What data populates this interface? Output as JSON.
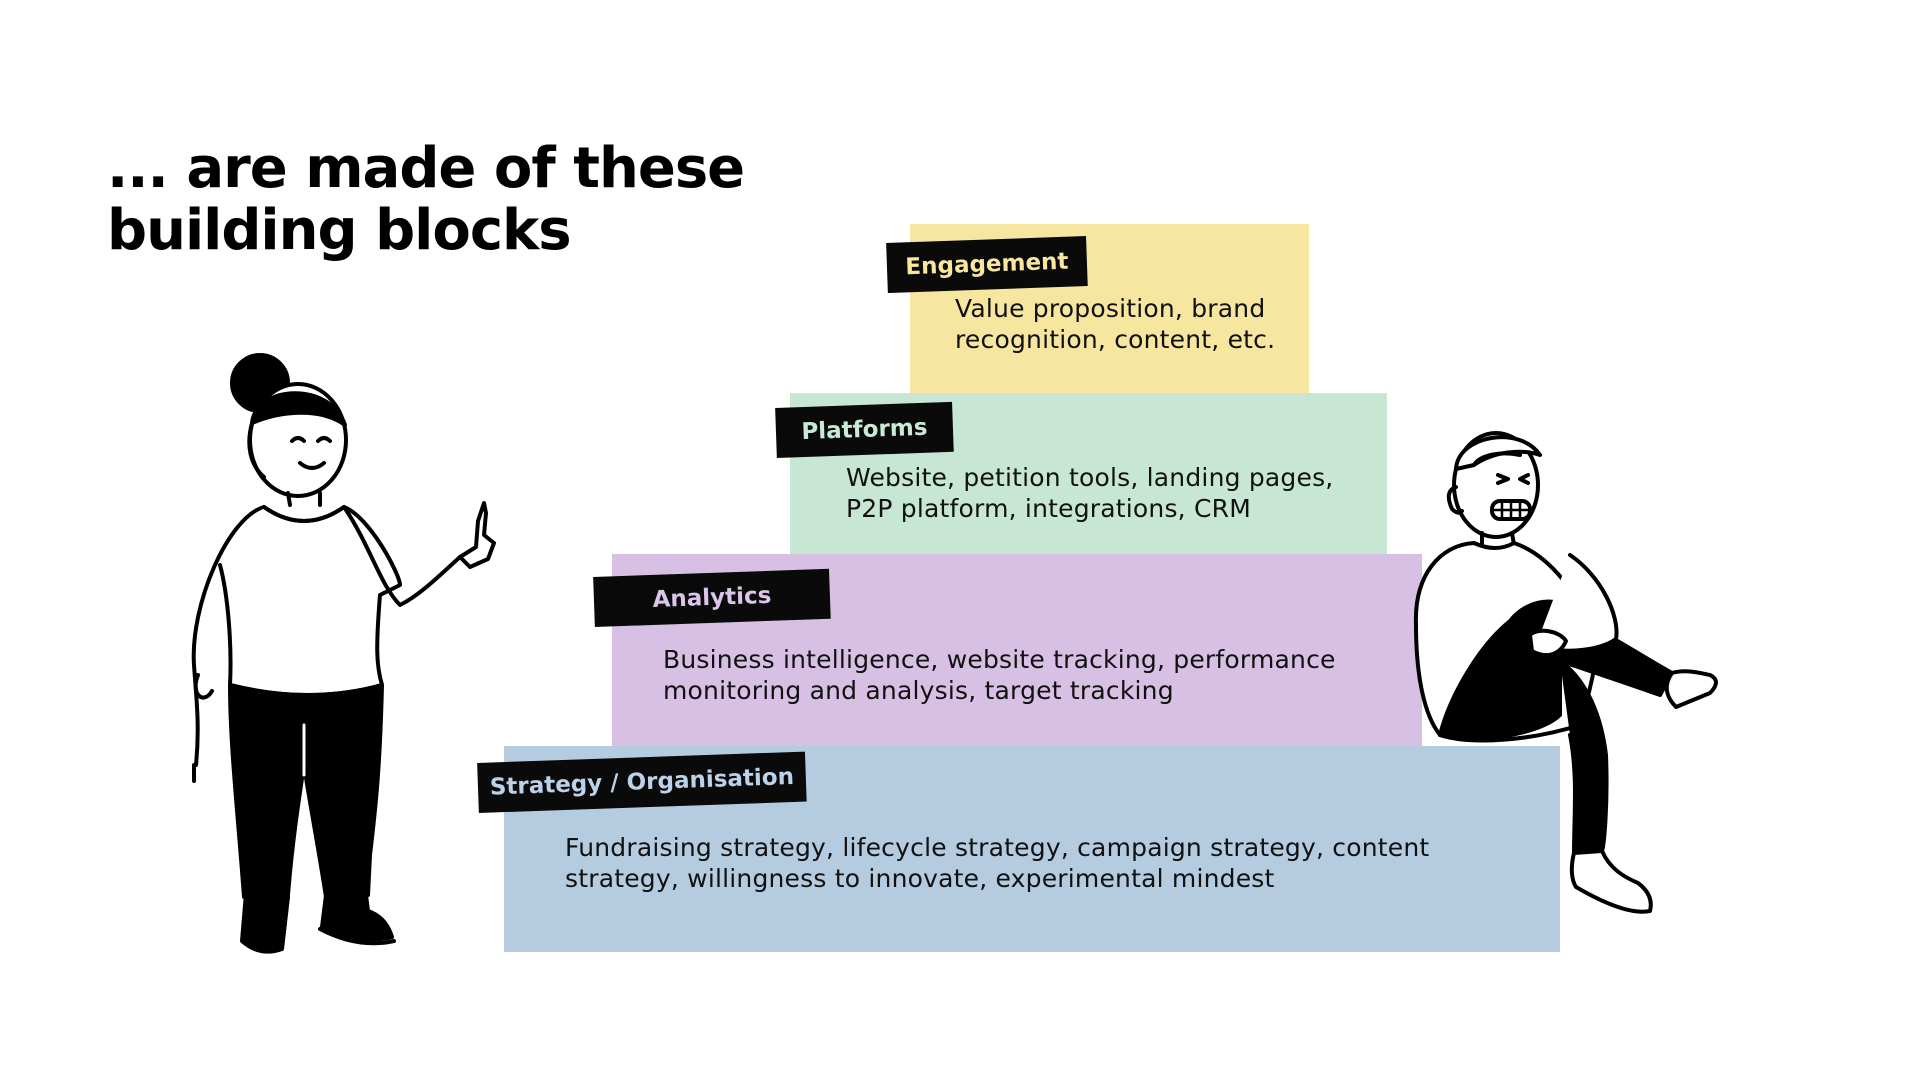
{
  "headline": {
    "line1": "... are made of these",
    "line2": "building blocks"
  },
  "blocks": [
    {
      "label": "Engagement",
      "description_lines": [
        "Value proposition, brand",
        "recognition, content, etc."
      ],
      "color": "#f6e6a0",
      "label_color": "#f8e79c"
    },
    {
      "label": "Platforms",
      "description_lines": [
        "Website, petition tools, landing pages,",
        "P2P platform, integrations, CRM"
      ],
      "color": "#c7e6d4",
      "label_color": "#c8ead6"
    },
    {
      "label": "Analytics",
      "description_lines": [
        "Business intelligence, website tracking, performance",
        "monitoring and analysis, target tracking"
      ],
      "color": "#d7c0e3",
      "label_color": "#dcc4ea"
    },
    {
      "label": "Strategy / Organisation",
      "description_lines": [
        "Fundraising strategy, lifecycle strategy, campaign strategy, content",
        "strategy, willingness to innovate, experimental mindest"
      ],
      "color": "#b4cbe0",
      "label_color": "#bcd2e8"
    }
  ],
  "illustrations": {
    "left": "woman-pointing-illustration",
    "right": "man-sitting-illustration"
  }
}
